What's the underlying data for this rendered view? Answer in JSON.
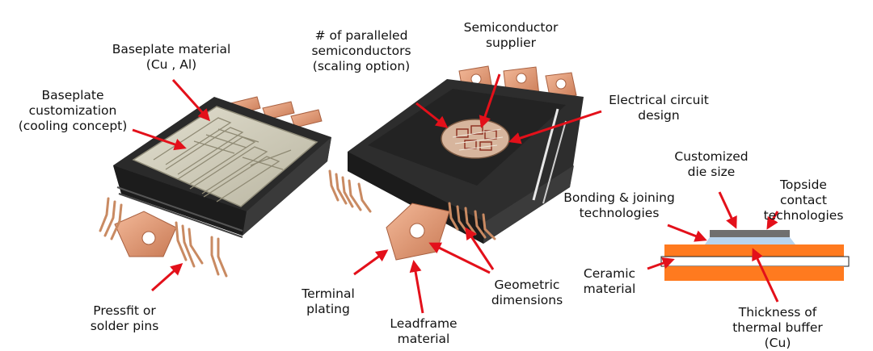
{
  "colors": {
    "arrow": "#e3101a",
    "copper": "#e9a07c",
    "copper_dark": "#b86b47",
    "housing": "#2b2b2b",
    "baseplate": "#d4d0be",
    "ceramic": "#ff7a1f",
    "die": "#6f6f6f",
    "bond_layer": "#b8d4ee"
  },
  "labels": {
    "baseplate_material": "Baseplate material\n(Cu , Al)",
    "baseplate_customization": "Baseplate\ncustomization\n(cooling concept)",
    "pressfit_pins": "Pressfit or\nsolder pins",
    "paralleled_semiconductors": "# of paralleled\nsemiconductors\n(scaling option)",
    "semiconductor_supplier": "Semiconductor\nsupplier",
    "electrical_circuit_design": "Electrical circuit\ndesign",
    "terminal_plating": "Terminal\nplating",
    "leadframe_material": "Leadframe\nmaterial",
    "geometric_dimensions": "Geometric\ndimensions",
    "customized_die_size": "Customized\ndie size",
    "topside_contact": "Topside contact\ntechnologies",
    "bonding_joining": "Bonding & joining\ntechnologies",
    "ceramic_material": "Ceramic\nmaterial",
    "thermal_buffer": "Thickness of\nthermal buffer (Cu)"
  }
}
